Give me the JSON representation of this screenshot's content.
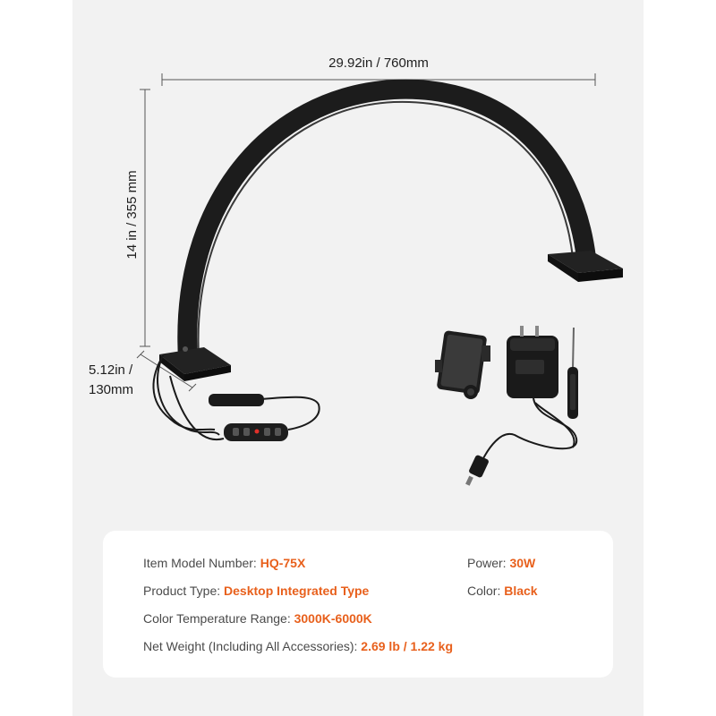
{
  "dimensions": {
    "width": "29.92in / 760mm",
    "height": "14 in / 355 mm",
    "base_line1": "5.12in /",
    "base_line2": "130mm"
  },
  "specs": {
    "model": {
      "label": "Item Model Number: ",
      "value": "HQ-75X"
    },
    "power": {
      "label": "Power: ",
      "value": "30W"
    },
    "type": {
      "label": "Product Type: ",
      "value": "Desktop Integrated Type"
    },
    "color": {
      "label": "Color: ",
      "value": "Black"
    },
    "temp": {
      "label": "Color Temperature Range: ",
      "value": "3000K-6000K"
    },
    "weight": {
      "label": "Net Weight (Including All Accessories): ",
      "value": "2.69 lb / 1.22 kg"
    }
  },
  "colors": {
    "accent": "#e8601c",
    "panel": "#f2f2f2",
    "product": "#1c1c1c"
  },
  "icons": [
    "desk-lamp-arc",
    "controller-remote",
    "phone-holder",
    "power-adapter",
    "screwdriver"
  ]
}
